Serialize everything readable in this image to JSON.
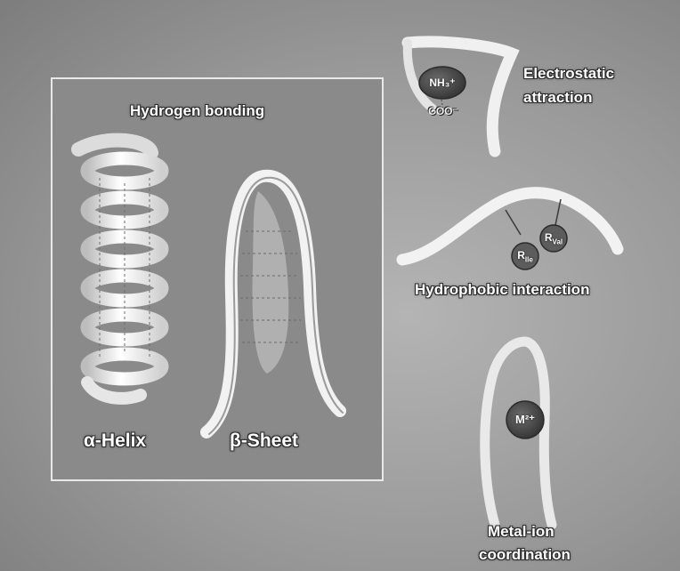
{
  "panel": {
    "title": "Hydrogen bonding",
    "alpha_label": "α-Helix",
    "beta_label": "β-Sheet"
  },
  "electrostatic": {
    "label_line1": "Electrostatic",
    "label_line2": "attraction",
    "positive_group": "NH₃⁺",
    "negative_group": "COO⁻"
  },
  "hydrophobic": {
    "label": "Hydrophobic interaction",
    "residue_1": "R",
    "residue_1_sub": "Ile",
    "residue_2": "R",
    "residue_2_sub": "Val"
  },
  "metal": {
    "ion": "M²⁺",
    "label_line1": "Metal-ion",
    "label_line2": "coordination"
  },
  "colors": {
    "background": "#9e9e9e",
    "ribbon": "#f4f4f4",
    "ion_fill": "#4a4a4a",
    "label_text": "#ffffff"
  }
}
